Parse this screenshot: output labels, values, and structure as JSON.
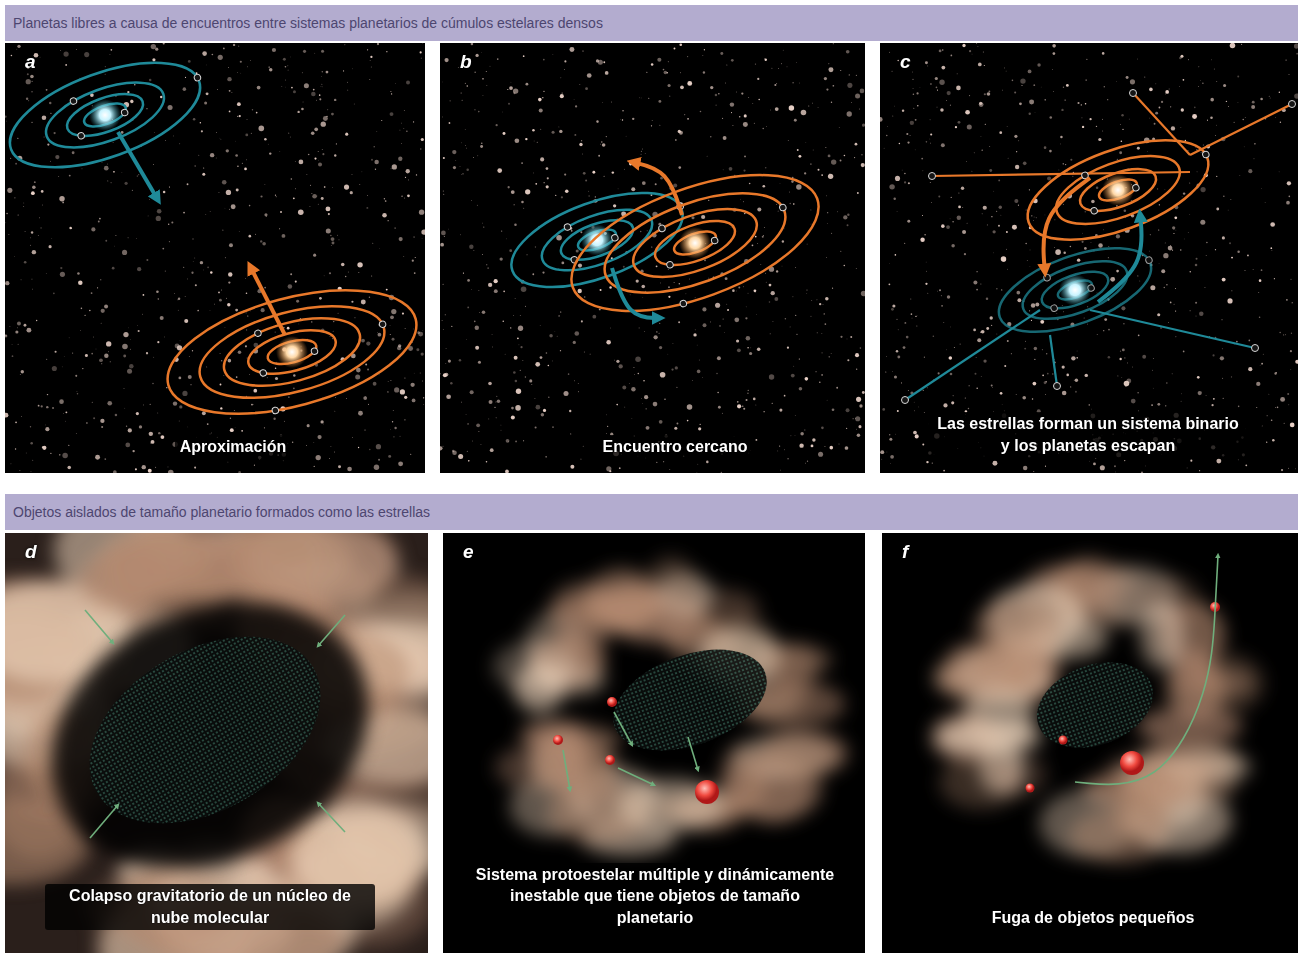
{
  "diagram": {
    "nodes": [
      {
        "text": [
          "Planetas libres a causa de encuentros entre sistemas planetarios de cúmulos estelares densos"
        ]
      },
      {
        "text": [
          "a",
          "Aproximación"
        ]
      },
      {
        "text": [
          "b",
          "Encuentro cercano"
        ]
      },
      {
        "text": [
          "c",
          "Las estrellas forman un sistema binario y los planetas escapan"
        ]
      },
      {
        "text": [
          "Objetos aislados de tamaño planetario formados como las estrellas"
        ]
      },
      {
        "text": [
          "d",
          "Colapso gravitatorio de un núcleo de nube molecular"
        ]
      },
      {
        "text": [
          "e",
          "Sistema protoestelar múltiple y dinámicamente inestable que tiene objetos de tamaño planetario"
        ]
      },
      {
        "text": [
          "f",
          "Fuga de objetos pequeños"
        ]
      }
    ]
  }
}
